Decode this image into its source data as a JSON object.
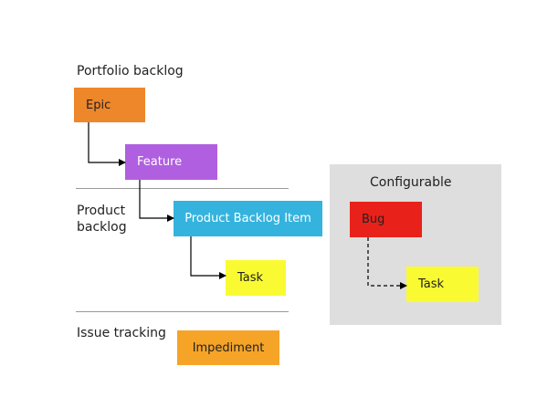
{
  "sections": {
    "portfolio": "Portfolio backlog",
    "product": "Product\nbacklog",
    "issue": "Issue tracking",
    "configurable": "Configurable"
  },
  "items": {
    "epic": {
      "label": "Epic",
      "color": "#ee862a",
      "text_color": "#222222"
    },
    "feature": {
      "label": "Feature",
      "color": "#b05fe0",
      "text_color": "#ffffff"
    },
    "pbi": {
      "label": "Product Backlog Item",
      "color": "#34b3de",
      "text_color": "#ffffff"
    },
    "task": {
      "label": "Task",
      "color": "#fafa32",
      "text_color": "#222222"
    },
    "impediment": {
      "label": "Impediment",
      "color": "#f5a428",
      "text_color": "#222222"
    },
    "bug": {
      "label": "Bug",
      "color": "#e8221a",
      "text_color": "#222222"
    },
    "config_task": {
      "label": "Task",
      "color": "#fafa32",
      "text_color": "#222222"
    }
  },
  "colors": {
    "panel": "#dedede",
    "divider": "#999999",
    "connector": "#000000"
  }
}
